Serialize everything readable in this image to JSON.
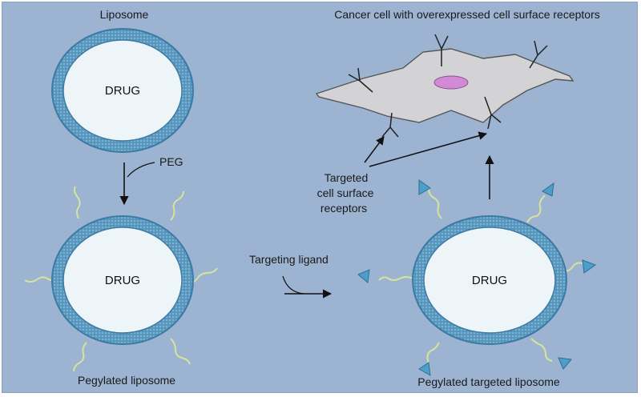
{
  "labels": {
    "liposome": "Liposome",
    "peg": "PEG",
    "pegylated_liposome": "Pegylated liposome",
    "targeting_ligand": "Targeting ligand",
    "pegylated_targeted_liposome": "Pegylated targeted liposome",
    "cancer_cell": "Cancer cell with overexpressed cell surface receptors",
    "targeted_receptors_line1": "Targeted",
    "targeted_receptors_line2": "cell surface",
    "targeted_receptors_line3": "receptors"
  },
  "drug_labels": {
    "liposome": "DRUG",
    "pegylated": "DRUG",
    "targeted": "DRUG"
  },
  "colors": {
    "background": "#9cb3d1",
    "membrane": "#5b9bc2",
    "membrane_inner": "#a4c6dc",
    "core": "#eef5f9",
    "peg_chain": "#d8e39a",
    "ligand": "#4d9ec8",
    "cell_fill": "#d3d3d6",
    "nucleus": "#d38ad6",
    "arrow": "#111111"
  }
}
